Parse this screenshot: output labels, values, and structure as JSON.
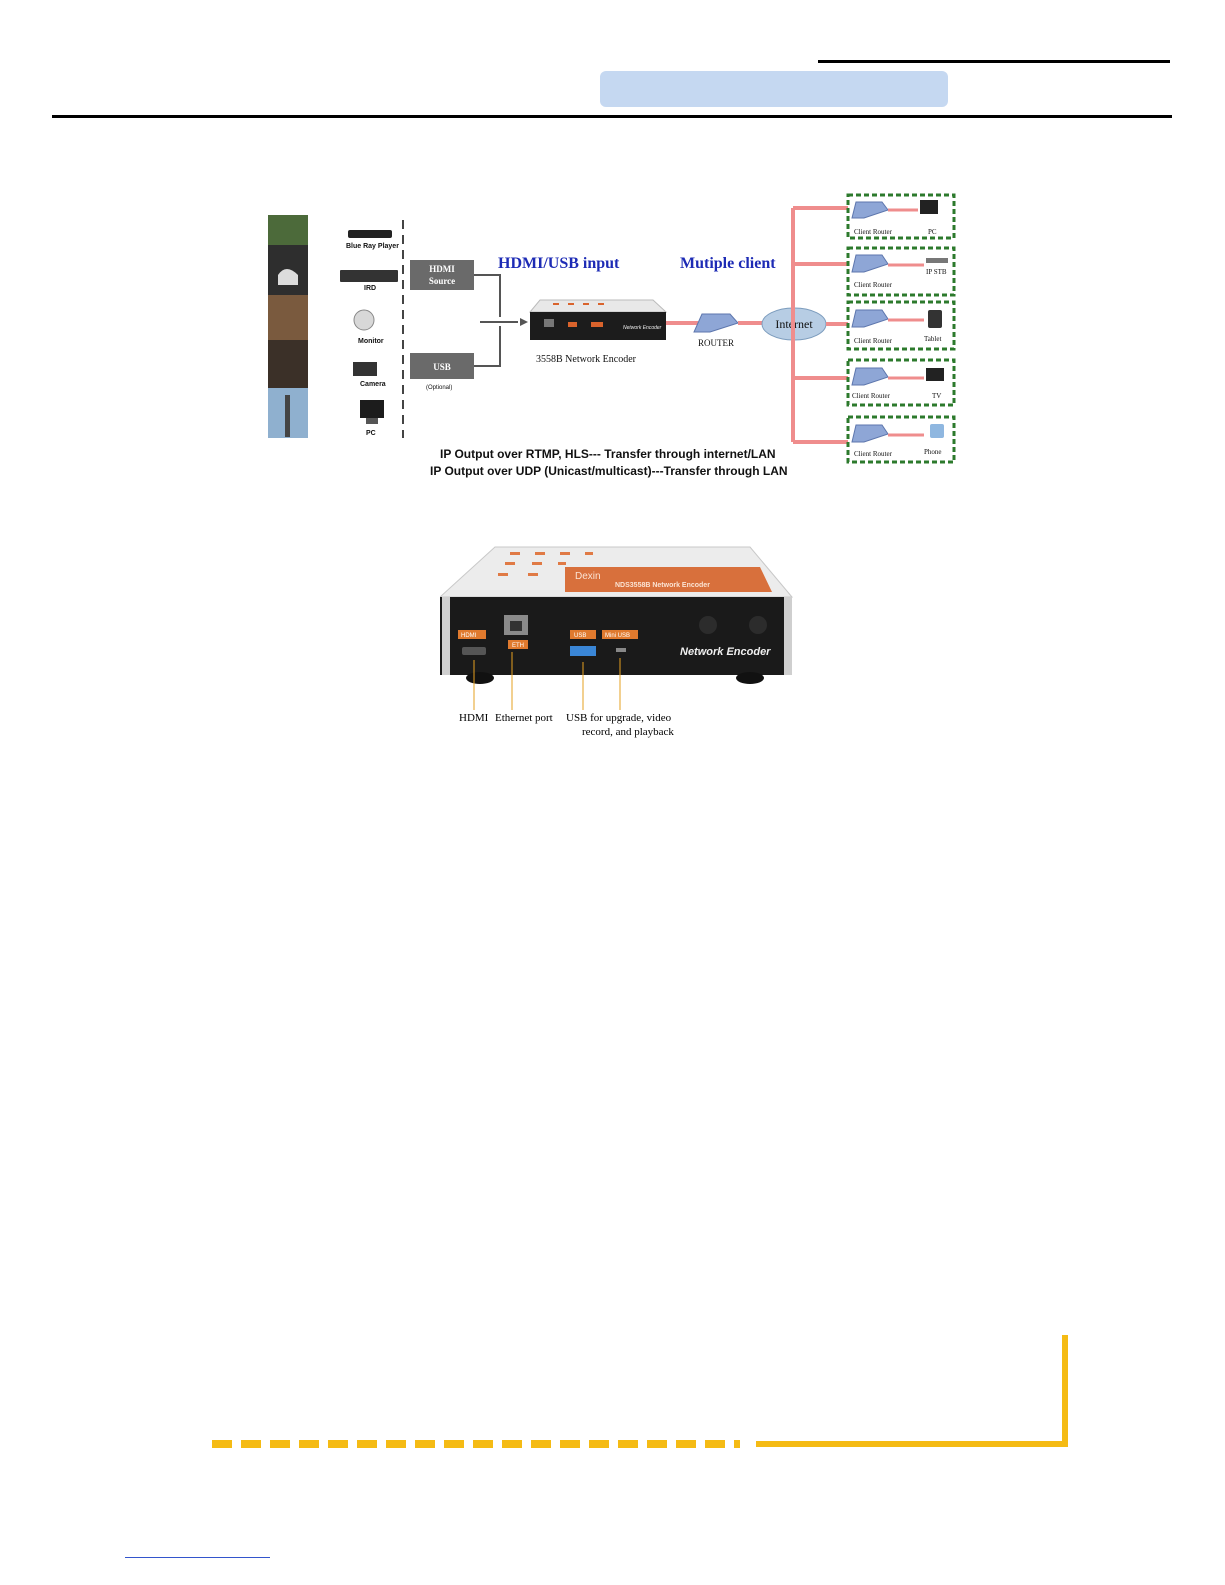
{
  "diagram": {
    "sources": {
      "items": [
        "Blue Ray Player",
        "IRD",
        "Monitor",
        "Camera",
        "PC"
      ]
    },
    "inputs": {
      "hdmi_label_1": "HDMI",
      "hdmi_label_2": "Source",
      "usb_label": "USB",
      "usb_note": "(Optional)"
    },
    "titles": {
      "input": "HDMI/USB input",
      "clients": "Mutiple client"
    },
    "encoder_label": "3558B Network Encoder",
    "encoder_brand": "Network Encoder",
    "router_label": "ROUTER",
    "internet_label": "Internet",
    "clients": [
      {
        "router": "Client Router",
        "device": "PC"
      },
      {
        "router": "Client Router",
        "device": "IP STB"
      },
      {
        "router": "Client Router",
        "device": "Tablet"
      },
      {
        "router": "Client Router",
        "device": "TV"
      },
      {
        "router": "Client Router",
        "device": "Phone"
      }
    ],
    "output_line_1": "IP Output over RTMP, HLS--- Transfer through internet/LAN",
    "output_line_2": "IP Output over UDP (Unicast/multicast)---Transfer through LAN"
  },
  "device": {
    "top_label": "NDS3558B Network Encoder",
    "brand_script": "Dexin",
    "face_brand": "Network Encoder",
    "port_labels": [
      "HDMI",
      "ETH",
      "USB",
      "Mini USB"
    ],
    "captions": {
      "hdmi": "HDMI",
      "ethernet": "Ethernet port",
      "usb_line1": "USB for upgrade, video",
      "usb_line2": "record, and playback"
    }
  }
}
